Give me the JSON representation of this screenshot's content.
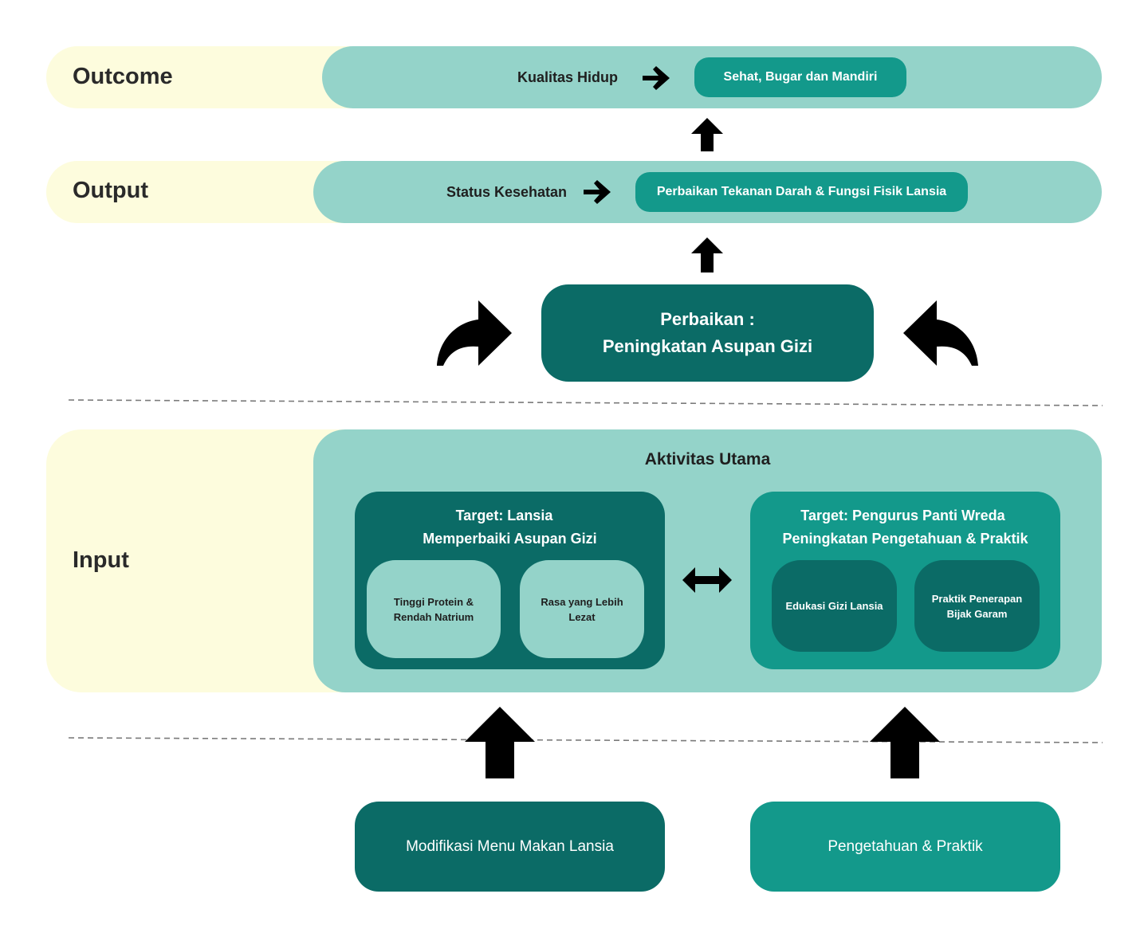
{
  "outcome": {
    "label": "Outcome",
    "indicator": "Kualitas Hidup",
    "result": "Sehat, Bugar dan Mandiri"
  },
  "output": {
    "label": "Output",
    "indicator": "Status Kesehatan",
    "result": "Perbaikan Tekanan Darah & Fungsi Fisik Lansia"
  },
  "improvement": {
    "line1": "Perbaikan :",
    "line2": "Peningkatan Asupan Gizi"
  },
  "input": {
    "label": "Input",
    "title": "Aktivitas Utama",
    "left": {
      "title_line1": "Target: Lansia",
      "title_line2": "Memperbaiki Asupan Gizi",
      "items": [
        {
          "line1": "Tinggi Protein &",
          "line2": "Rendah Natrium"
        },
        {
          "line1": "Rasa yang Lebih",
          "line2": "Lezat"
        }
      ]
    },
    "right": {
      "title_line1": "Target: Pengurus Panti Wreda",
      "title_line2": "Peningkatan Pengetahuan & Praktik",
      "items": [
        {
          "line1": "Edukasi Gizi Lansia",
          "line2": ""
        },
        {
          "line1": "Praktik Penerapan",
          "line2": "Bijak Garam"
        }
      ]
    }
  },
  "sources": {
    "left": "Modifikasi Menu Makan Lansia",
    "right": "Pengetahuan & Praktik"
  },
  "colors": {
    "band": "#fdfcdd",
    "panel": "#94d3c9",
    "teal": "#13998b",
    "dark_teal": "#0b6b66",
    "arrow": "#000000"
  }
}
